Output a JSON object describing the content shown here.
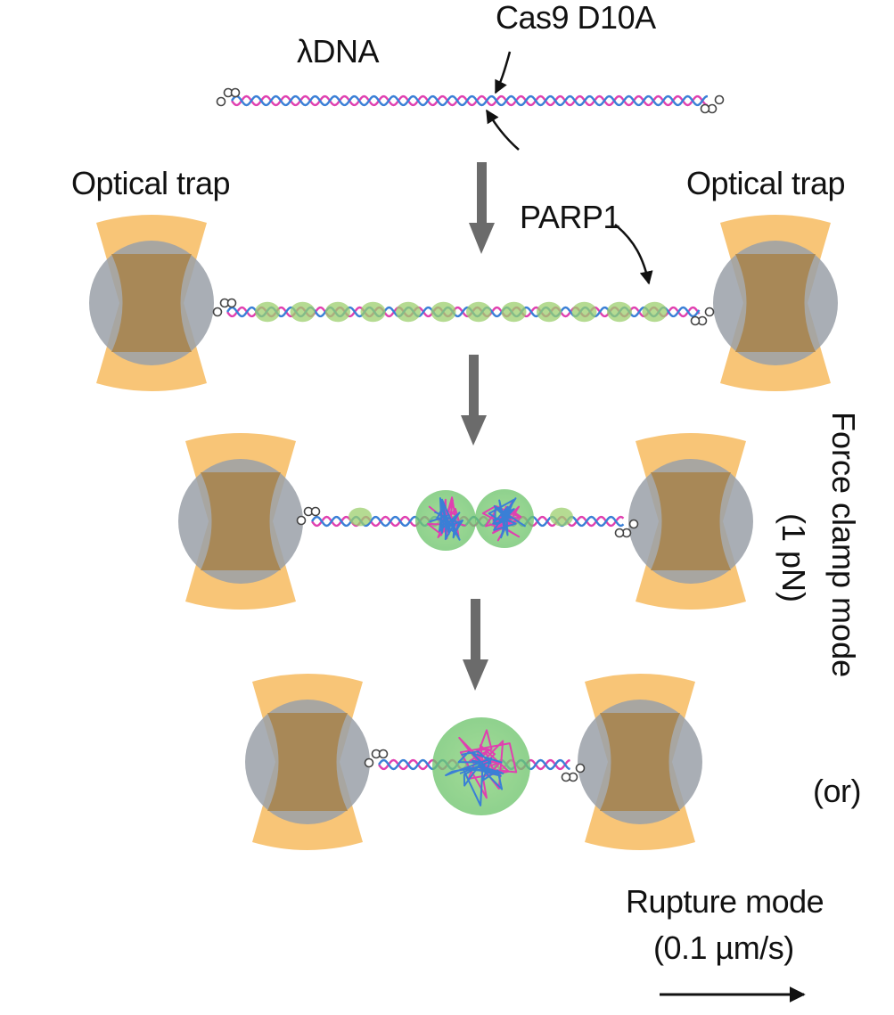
{
  "labels": {
    "lambda_dna": "λDNA",
    "cas9": "Cas9 D10A",
    "optical_trap_left": "Optical trap",
    "optical_trap_right": "Optical trap",
    "parp1": "PARP1",
    "force_clamp_line1": "Force clamp mode",
    "force_clamp_line2": "(1 pN)",
    "or": "(or)",
    "rupture_line1": "Rupture mode",
    "rupture_line2": "(0.1 µm/s)"
  },
  "colors": {
    "dna_strand_a": "#e040b0",
    "dna_strand_b": "#3a7fd6",
    "parp1_protein": "#9ccf6e",
    "condensate": "#6cc36b",
    "bead": "#9aa0a8",
    "trap_beam": "#f6b24a",
    "arrow": "#6b6b6b"
  },
  "stages": [
    {
      "name": "stage-1-dna",
      "proteins": 0,
      "condensates": 0
    },
    {
      "name": "stage-2-parp1-bound",
      "proteins": 12,
      "condensates": 0
    },
    {
      "name": "stage-3-two-condensates",
      "proteins": 2,
      "condensates": 2
    },
    {
      "name": "stage-4-single-condensate",
      "proteins": 0,
      "condensates": 1
    }
  ]
}
